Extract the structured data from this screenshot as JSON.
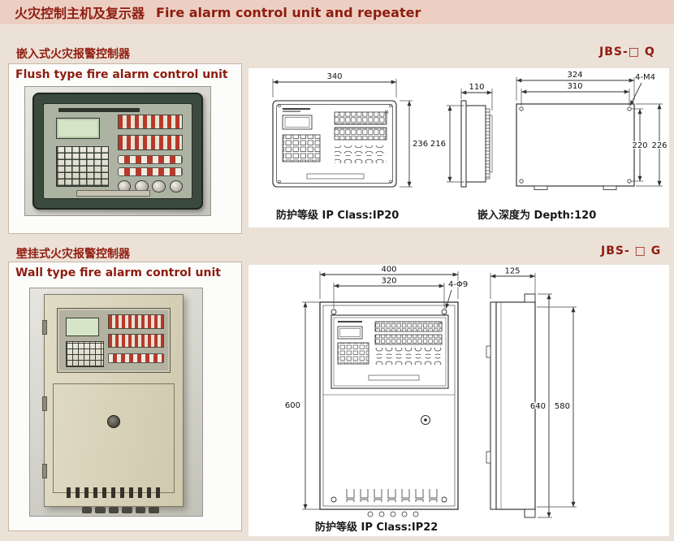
{
  "colors": {
    "accent": "#8e1c10",
    "page-bg": "#ece1d7",
    "header-bg": "#eccfc2",
    "panel-bg": "#ffffff"
  },
  "header": {
    "title_zh": "火灾控制主机及复示器",
    "title_en": "Fire alarm control unit and repeater"
  },
  "icons": {
    "starburst": "✳"
  },
  "flush": {
    "title_zh": "嵌入式火灾报警控制器",
    "title_en": "Flush type fire alarm control unit",
    "model": "JBS-□ Q",
    "dims": {
      "front_width": "340",
      "front_height": "236",
      "panel_height": "216",
      "depth": "110",
      "rear_width": "324",
      "hole_spacing_w": "310",
      "hole_spec": "4-M4",
      "hole_spacing_h": "220",
      "rear_height": "226"
    },
    "ip_label": "防护等级  IP Class:IP20",
    "depth_label": "嵌入深度为  Depth:120"
  },
  "wall": {
    "title_zh": "壁挂式火灾报警控制器",
    "title_en": "Wall type fire alarm control unit",
    "model": "JBS- □ G",
    "dims": {
      "front_width": "400",
      "hole_spacing_w": "320",
      "hole_spec": "4-Φ9",
      "front_height": "600",
      "depth": "125",
      "overall_height": "640",
      "body_height": "580"
    },
    "ip_label": "防护等级  IP Class:IP22"
  }
}
